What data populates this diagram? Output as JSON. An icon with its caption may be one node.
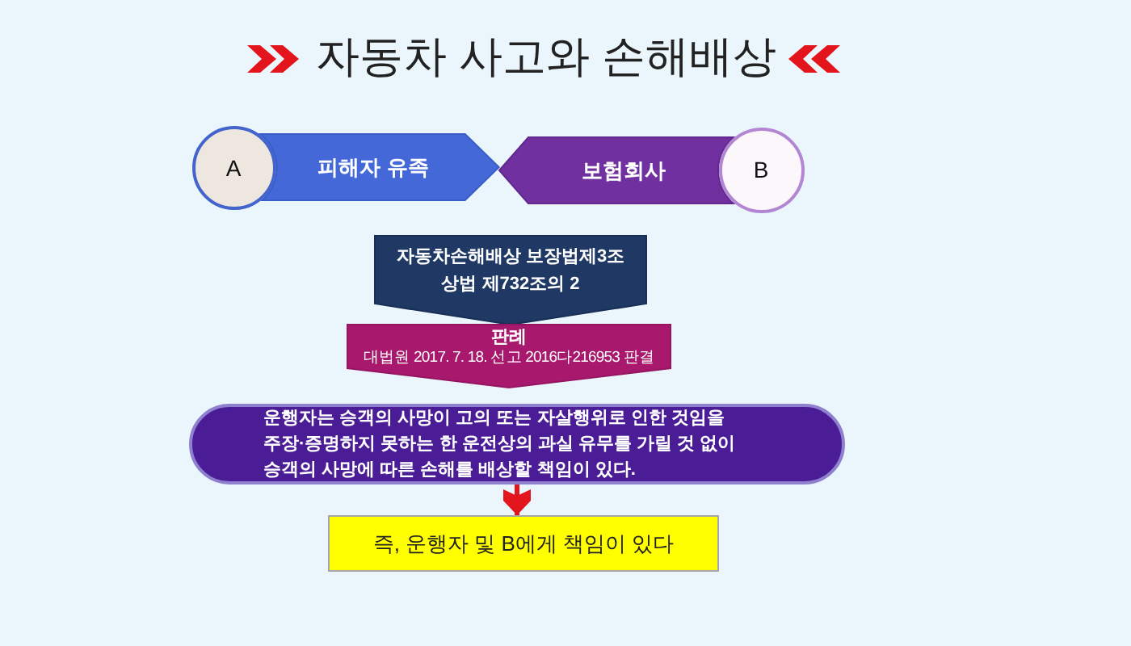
{
  "diagram": {
    "title": "자동차 사고와 손해배상",
    "nodes": [
      {
        "text": [
          "A"
        ]
      },
      {
        "text": [
          "피해자 유족"
        ]
      },
      {
        "text": [
          "보험회사"
        ]
      },
      {
        "text": [
          "B"
        ]
      },
      {
        "text": [
          "자동차손해배상 보장법제3조",
          "상법 제732조의 2"
        ]
      },
      {
        "text": [
          "판례",
          "대법원 2017. 7. 18. 선고 2016다216953 판결"
        ]
      },
      {
        "text": [
          "운행자는 승객의 사망이 고의 또는 자살행위로 인한 것임을 주장·증명하지 못하는 한 운전상의 과실 유무를 가릴 것 없이 승객의 사망에 따른 손해를 배상할 책임이 있다."
        ]
      },
      {
        "text": [
          "즉, 운행자 및 B에게 책임이 있다"
        ]
      }
    ],
    "edges": [
      {
        "from": 6,
        "to": 7,
        "arrow": "to"
      }
    ]
  }
}
